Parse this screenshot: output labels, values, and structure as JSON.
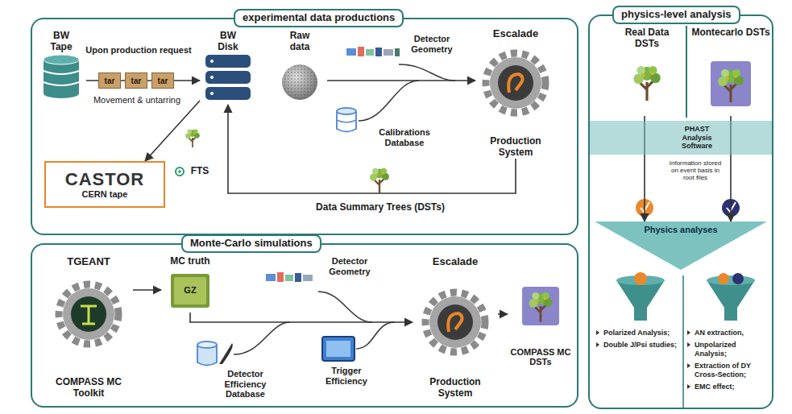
{
  "diagram": {
    "nodes": [
      {
        "text": [
          "experimental data productions"
        ]
      },
      {
        "text": [
          "BW Tape"
        ],
        "in": 0
      },
      {
        "text": [
          "BW Disk"
        ],
        "in": 0
      },
      {
        "text": [
          "Raw data"
        ],
        "in": 0
      },
      {
        "text": [
          "Escalade",
          "Production System"
        ],
        "in": 0
      },
      {
        "text": [
          "CASTOR",
          "CERN tape"
        ],
        "in": 0
      },
      {
        "text": [
          "Monte-Carlo simulations"
        ]
      },
      {
        "text": [
          "TGEANT",
          "COMPASS MC Toolkit"
        ],
        "in": 6
      },
      {
        "text": [
          "MC truth"
        ],
        "in": 6
      },
      {
        "text": [
          "Escalade",
          "Production System"
        ],
        "in": 6
      },
      {
        "text": [
          "COMPASS MC DSTs"
        ],
        "in": 6
      },
      {
        "text": [
          "physics-level analysis"
        ]
      },
      {
        "text": [
          "Real Data DSTs"
        ],
        "in": 11
      },
      {
        "text": [
          "Montecarlo DSTs"
        ],
        "in": 11
      },
      {
        "text": [
          "PHAST Analysis Software"
        ],
        "in": 11
      },
      {
        "text": [
          "Physics analyses"
        ],
        "in": 11
      }
    ],
    "edges": [
      {
        "from": 1,
        "to": 2,
        "arrow": "to",
        "label": "Movement & untarring"
      },
      {
        "from": 3,
        "to": 4,
        "arrow": "to"
      },
      {
        "from": 4,
        "to": 2,
        "arrow": "to",
        "label": "Data Summary Trees (DSTs)"
      },
      {
        "from": 2,
        "to": 5,
        "arrow": "to"
      },
      {
        "from": 7,
        "to": 8,
        "arrow": "to"
      },
      {
        "from": 8,
        "to": 9,
        "arrow": "to"
      },
      {
        "from": 9,
        "to": 10,
        "arrow": "to"
      },
      {
        "from": 12,
        "to": 15,
        "arrow": "to"
      },
      {
        "from": 13,
        "to": 15,
        "arrow": "to"
      }
    ],
    "labels": [
      "Upon production request",
      "tar",
      "tar",
      "tar",
      "Detector Geometry",
      "Calibrations Database",
      "FTS",
      "GZ",
      "Detector Geometry",
      "Detector Efficiency Database",
      "Trigger Efficiency",
      "Information stored on event basis in root files",
      "Polarized Analysis;",
      "Double J/Psi studies;",
      "AN extraction,",
      "Unpolarized Analysis;",
      "Extraction of DY Cross-Section;",
      "EMC effect;"
    ]
  }
}
